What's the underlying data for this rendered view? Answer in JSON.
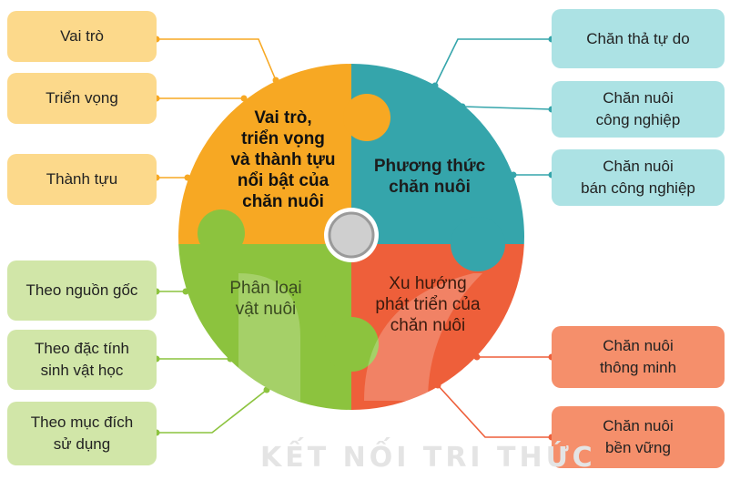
{
  "colors": {
    "orange": "#f7a823",
    "teal": "#35a5ab",
    "green": "#8cc33e",
    "coral": "#ee5f3a",
    "box_orange": "#fcd98b",
    "box_teal": "#ace2e4",
    "box_green": "#d1e6a8",
    "box_coral": "#f58f6b"
  },
  "quadrants": {
    "role": "Vai trò,\ntriển vọng\nvà thành tựu\nnổi bật của\nchăn nuôi",
    "methods": "Phương thức\nchăn nuôi",
    "classification": "Phân loại\nvật nuôi",
    "trends": "Xu hướng\nphát triển của\nchăn nuôi"
  },
  "left_boxes": {
    "role_items": [
      "Vai trò",
      "Triển vọng",
      "Thành tựu"
    ],
    "classification_items": [
      "Theo nguồn gốc",
      "Theo đặc tính\nsinh vật học",
      "Theo mục đích\nsử dụng"
    ]
  },
  "right_boxes": {
    "method_items": [
      "Chăn thả tự do",
      "Chăn nuôi\ncông nghiệp",
      "Chăn nuôi\nbán công nghiệp"
    ],
    "trend_items": [
      "Chăn nuôi\nthông minh",
      "Chăn nuôi\nbền vững"
    ]
  },
  "watermark": "KẾT NỐI TRI THỨC"
}
